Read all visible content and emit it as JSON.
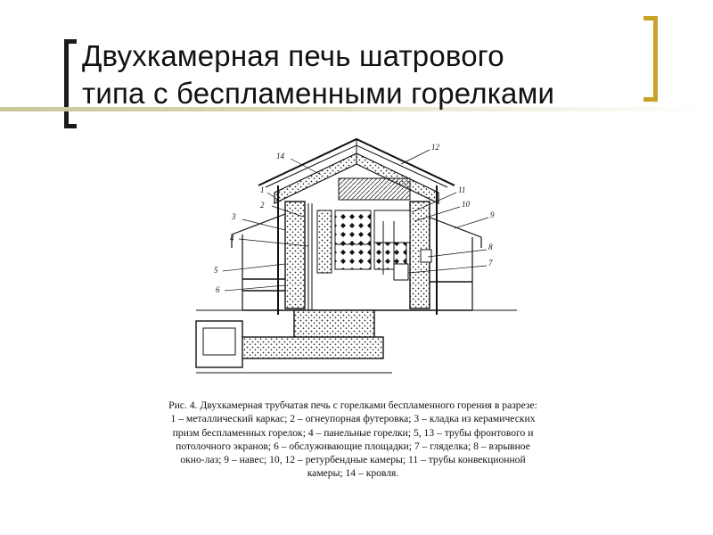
{
  "slide": {
    "title_line1": "Двухкамерная печь шатрового",
    "title_line2": "типа с беспламенными горелками"
  },
  "figure": {
    "callouts": [
      "14",
      "12",
      "2",
      "11",
      "3",
      "10",
      "9",
      "1",
      "4",
      "8",
      "5",
      "7",
      "6"
    ],
    "caption_head": "Рис. 4.  Двухкамерная трубчатая печь с горелками беспламенного горения в разрезе:",
    "caption_body": "1 – металлический каркас; 2 – огнеупорная футеровка; 3 – кладка из керамических призм беспламенных горелок; 4 – панельные горелки; 5, 13 – трубы фронтового и потолочного экранов; 6 – обслуживающие площадки; 7 – гляделка; 8 – взрывное окно-лаз; 9 – навес; 10, 12 – ретурбендные камеры; 11 – трубы конвекционной камеры; 14 – кровля."
  },
  "colors": {
    "accent_gold": "#c9a227",
    "bracket_dark": "#1a1a1a",
    "rule": "#c8c79a",
    "ink": "#111111"
  }
}
